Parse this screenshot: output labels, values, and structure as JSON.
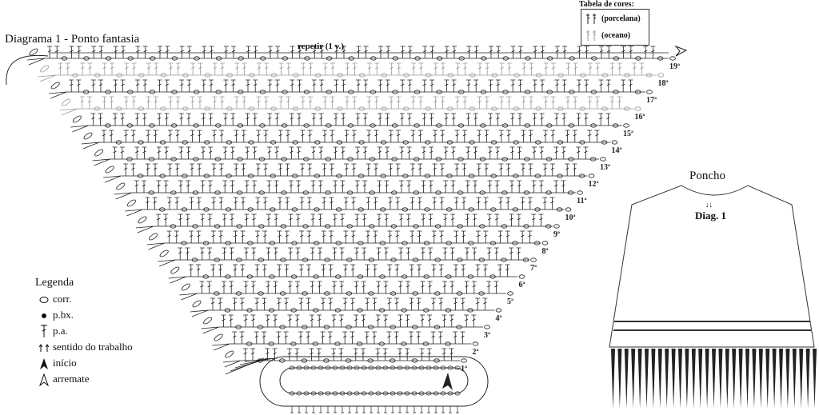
{
  "title": "Diagrama 1 - Ponto fantasia",
  "repeat_label": "repetir (1 v.)",
  "color_table": {
    "title": "Tabela de cores:",
    "items": [
      {
        "label": "(porcelana)",
        "color": "#222222"
      },
      {
        "label": "(oceano)",
        "color": "#9a9a9a"
      }
    ]
  },
  "legend": {
    "title": "Legenda",
    "items": [
      {
        "icon": "chain-oval-icon",
        "label": "corr."
      },
      {
        "icon": "slip-stitch-dot-icon",
        "label": "p.bx."
      },
      {
        "icon": "double-crochet-icon",
        "label": "p.a."
      },
      {
        "icon": "work-direction-arrows-icon",
        "label": "sentido do trabalho"
      },
      {
        "icon": "start-arrow-filled-icon",
        "label": "início"
      },
      {
        "icon": "finish-arrow-outline-icon",
        "label": "arremate"
      }
    ]
  },
  "rows": [
    "1ª",
    "2ª",
    "3ª",
    "4ª",
    "5ª",
    "6ª",
    "7ª",
    "8ª",
    "9ª",
    "10ª",
    "11ª",
    "12ª",
    "13ª",
    "14ª",
    "15ª",
    "16ª",
    "17ª",
    "18ª",
    "19ª"
  ],
  "poncho": {
    "title": "Poncho",
    "diagram_label": "Diag. 1",
    "arrows": "↓↓"
  }
}
